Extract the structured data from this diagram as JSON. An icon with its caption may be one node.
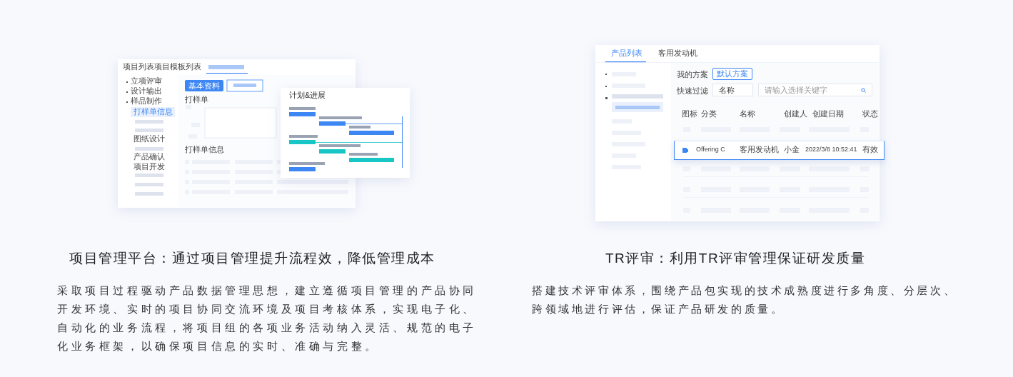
{
  "diagram": {
    "labels": [
      "项目列表",
      "项目模板列表",
      "基本资料",
      "立项评审",
      "设计输出",
      "样品制作",
      "打样单信息",
      "图纸设计",
      "产品确认",
      "项目开发",
      "打样单",
      "打样单信息",
      "计划&进展",
      "产品列表",
      "客用发动机",
      "我的方案",
      "默认方案",
      "快速过滤",
      "名称",
      "请输入选择关键字",
      "图标",
      "分类",
      "名称",
      "创建人",
      "创建日期",
      "状态",
      "Offering C",
      "客用发动机",
      "小金",
      "2022/3/8 10:52:41",
      "有效",
      "项目管理平台：通过项目管理提升流程效，降低管理成本",
      "采取项目过程驱动产品数据管理思想，建立遵循项目管理的产品协同开发环境、实时的项目协同交流环境及项目考核体系，实现电子化、自动化的业务流程，将项目组的各项业务活动纳入灵活、规范的电子化业务框架，以确保项目信息的实时、准确与完整。",
      "TR评审：利用TR评审管理保证研发质量",
      "搭建技术评审体系，围绕产品包实现的技术成熟度进行多角度、分层次、跨领域地进行评估，保证产品研发的质量。"
    ]
  }
}
